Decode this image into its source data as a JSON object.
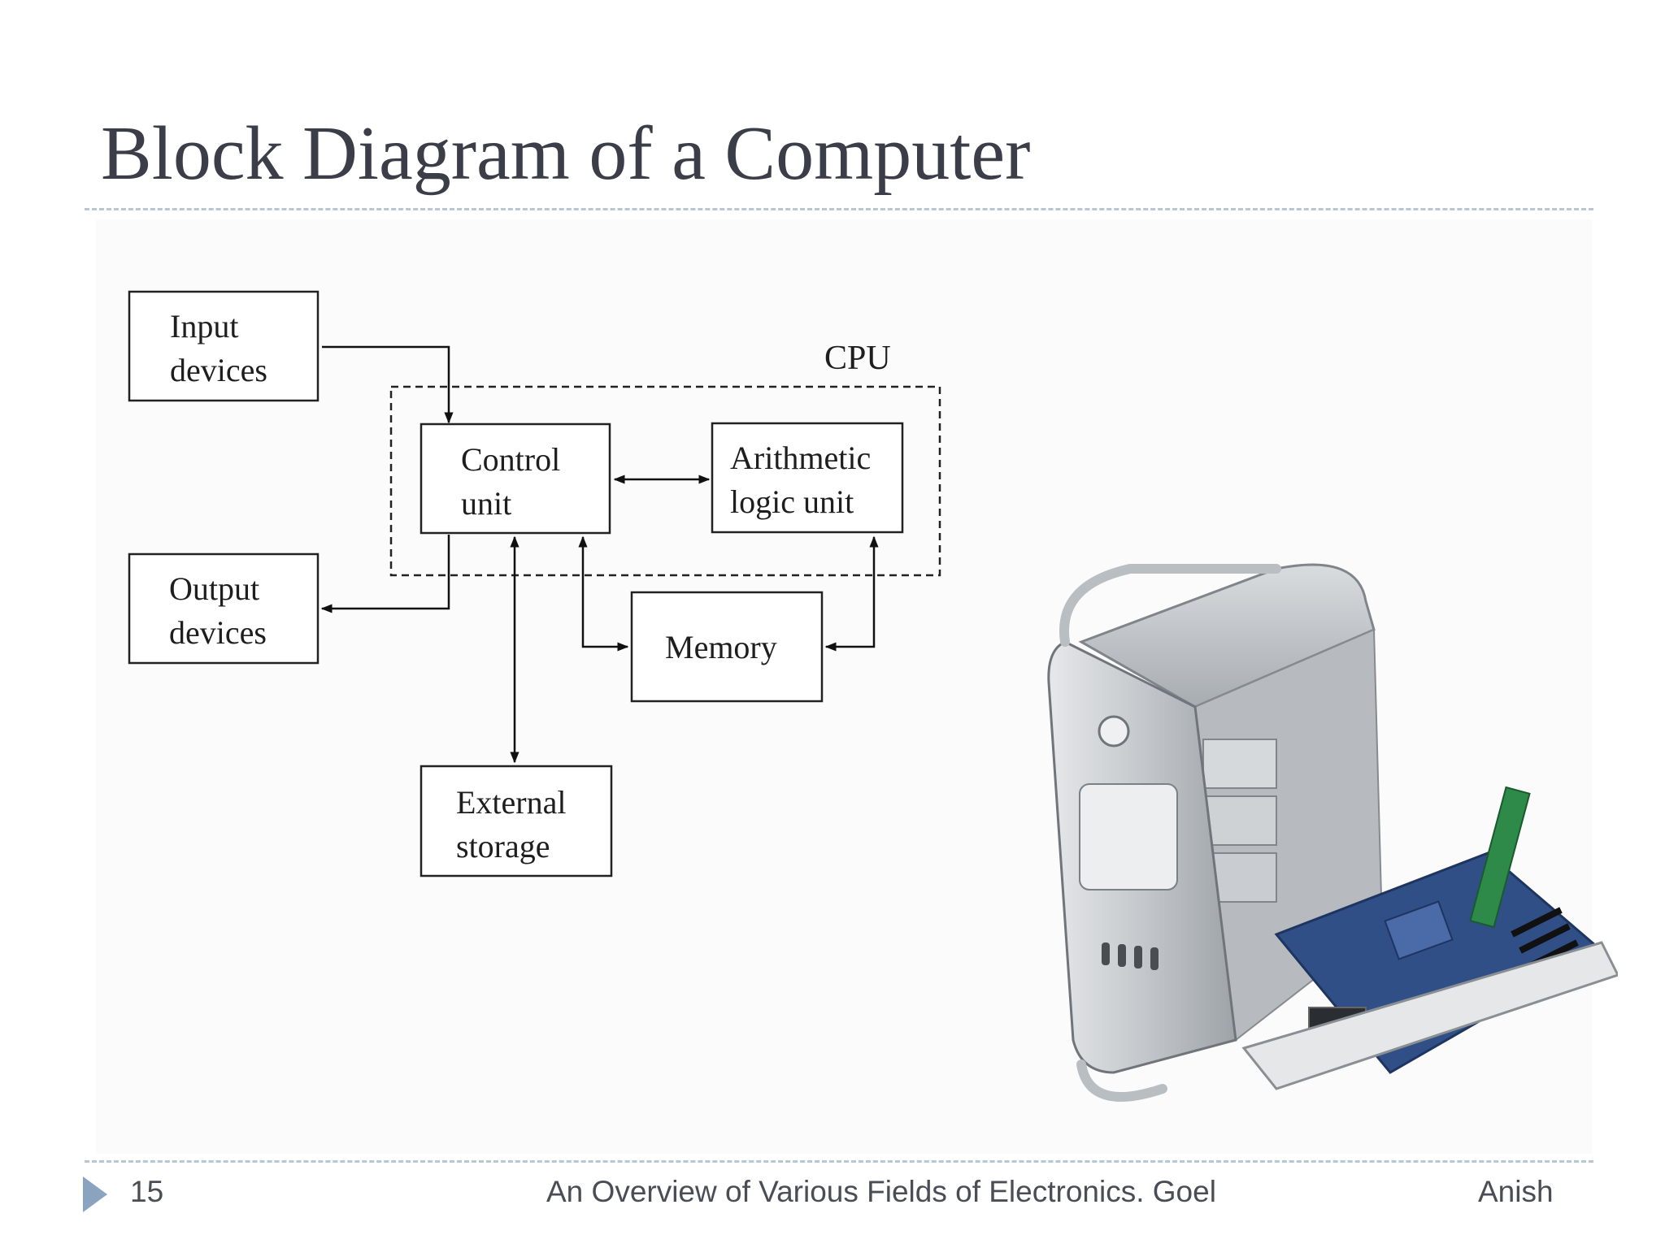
{
  "slide": {
    "title": "Block Diagram of a Computer"
  },
  "diagram": {
    "cpu_label": "CPU",
    "nodes": {
      "input": [
        "Input",
        "devices"
      ],
      "output": [
        "Output",
        "devices"
      ],
      "control": [
        "Control",
        "unit"
      ],
      "alu": [
        "Arithmetic",
        "logic unit"
      ],
      "memory": [
        "Memory"
      ],
      "storage": [
        "External",
        "storage"
      ]
    }
  },
  "footer": {
    "page_number": "15",
    "center_text": "An Overview of  Various Fields of Electronics. Goel",
    "right_text": "Anish"
  },
  "colors": {
    "title": "#3b3e48",
    "rule": "#b9c6d3",
    "footer_arrow": "#8aa3bf"
  }
}
